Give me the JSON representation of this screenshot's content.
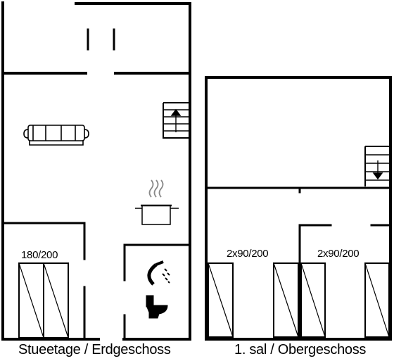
{
  "floors": {
    "ground": {
      "label": "Stueetage / Erdgeschoss"
    },
    "upper": {
      "label": "1. sal / Obergeschoss"
    }
  },
  "beds": {
    "ground_double": "180/200",
    "upper_left": "2x90/200",
    "upper_right": "2x90/200"
  },
  "icons": {
    "sofa": "sofa-icon",
    "stairs_up": "stairs-up-icon",
    "stairs_down": "stairs-down-icon",
    "stove": "cooking-pot-icon",
    "shower": "shower-icon",
    "toilet": "toilet-icon"
  },
  "colors": {
    "wall": "#000000",
    "background": "#ffffff"
  }
}
